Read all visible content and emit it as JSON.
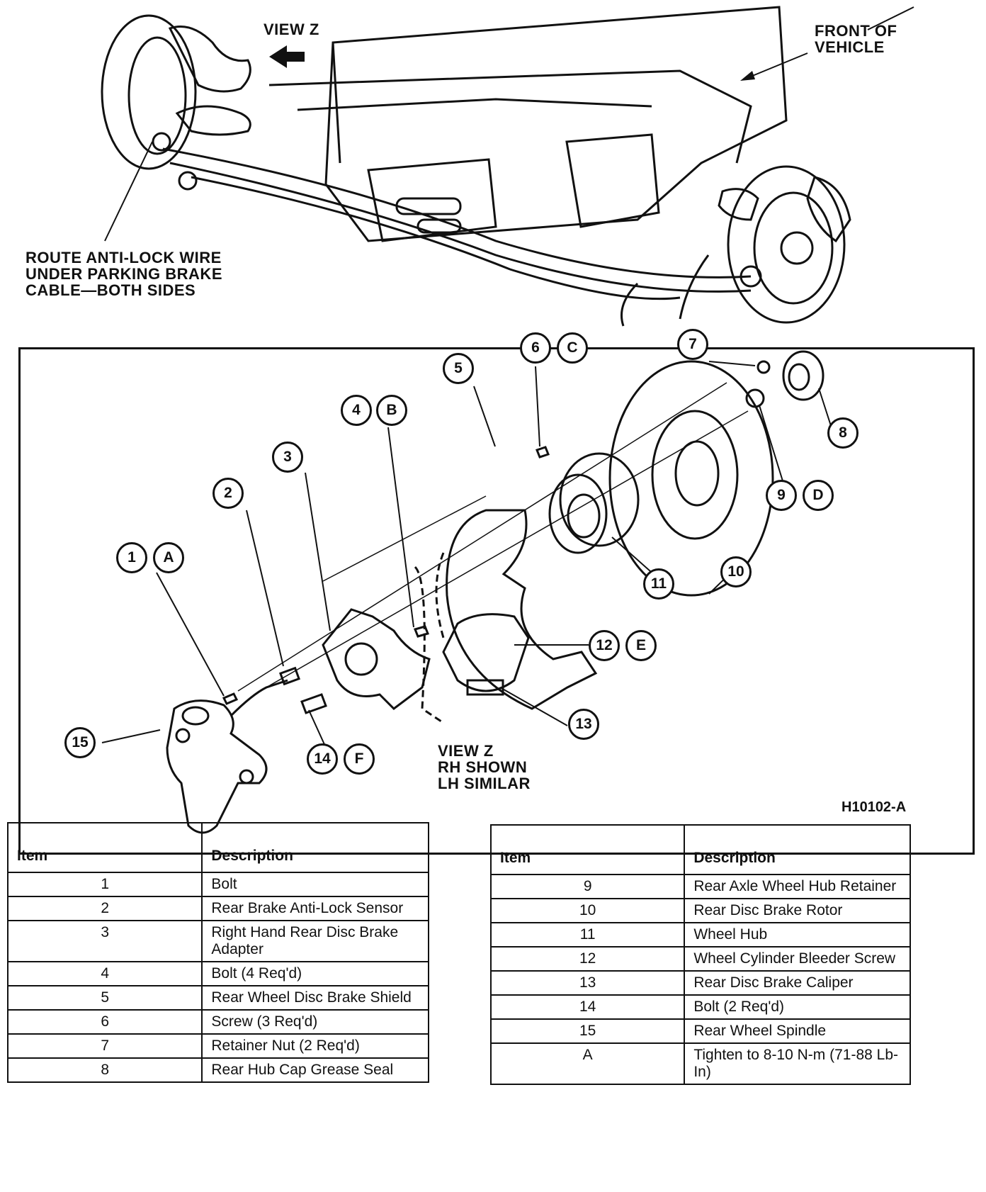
{
  "top_view": {
    "view_label": "VIEW Z",
    "front_label": [
      "FRONT OF",
      "VEHICLE"
    ],
    "route_note": [
      "ROUTE ANTI-LOCK WIRE",
      "UNDER PARKING BRAKE",
      "CABLE—BOTH SIDES"
    ]
  },
  "detail_view": {
    "caption": [
      "VIEW Z",
      "RH SHOWN",
      "LH SIMILAR"
    ],
    "callouts": {
      "c1": "1",
      "cA": "A",
      "c2": "2",
      "c3": "3",
      "c4": "4",
      "cB": "B",
      "c5": "5",
      "c6": "6",
      "cC": "C",
      "c7": "7",
      "c8": "8",
      "c9": "9",
      "cD": "D",
      "c10": "10",
      "c11": "11",
      "c12": "12",
      "cE": "E",
      "c13": "13",
      "c14": "14",
      "cF": "F",
      "c15": "15"
    }
  },
  "figure_id": "H10102-A",
  "table_left": {
    "headers": [
      "Item",
      "Description"
    ],
    "rows": [
      {
        "item": "1",
        "desc": "Bolt"
      },
      {
        "item": "2",
        "desc": "Rear Brake Anti-Lock Sensor"
      },
      {
        "item": "3",
        "desc": "Right Hand Rear Disc Brake Adapter"
      },
      {
        "item": "4",
        "desc": "Bolt (4 Req'd)"
      },
      {
        "item": "5",
        "desc": "Rear Wheel Disc Brake Shield"
      },
      {
        "item": "6",
        "desc": "Screw (3 Req'd)"
      },
      {
        "item": "7",
        "desc": "Retainer Nut (2 Req'd)"
      },
      {
        "item": "8",
        "desc": "Rear Hub Cap Grease Seal"
      }
    ]
  },
  "table_right": {
    "headers": [
      "Item",
      "Description"
    ],
    "rows": [
      {
        "item": "9",
        "desc": "Rear Axle Wheel Hub Retainer"
      },
      {
        "item": "10",
        "desc": "Rear Disc Brake Rotor"
      },
      {
        "item": "11",
        "desc": "Wheel Hub"
      },
      {
        "item": "12",
        "desc": "Wheel Cylinder Bleeder Screw"
      },
      {
        "item": "13",
        "desc": "Rear Disc Brake Caliper"
      },
      {
        "item": "14",
        "desc": "Bolt (2 Req'd)"
      },
      {
        "item": "15",
        "desc": "Rear Wheel Spindle"
      },
      {
        "item": "A",
        "desc": "Tighten to 8-10 N-m (71-88 Lb-In)"
      }
    ]
  }
}
